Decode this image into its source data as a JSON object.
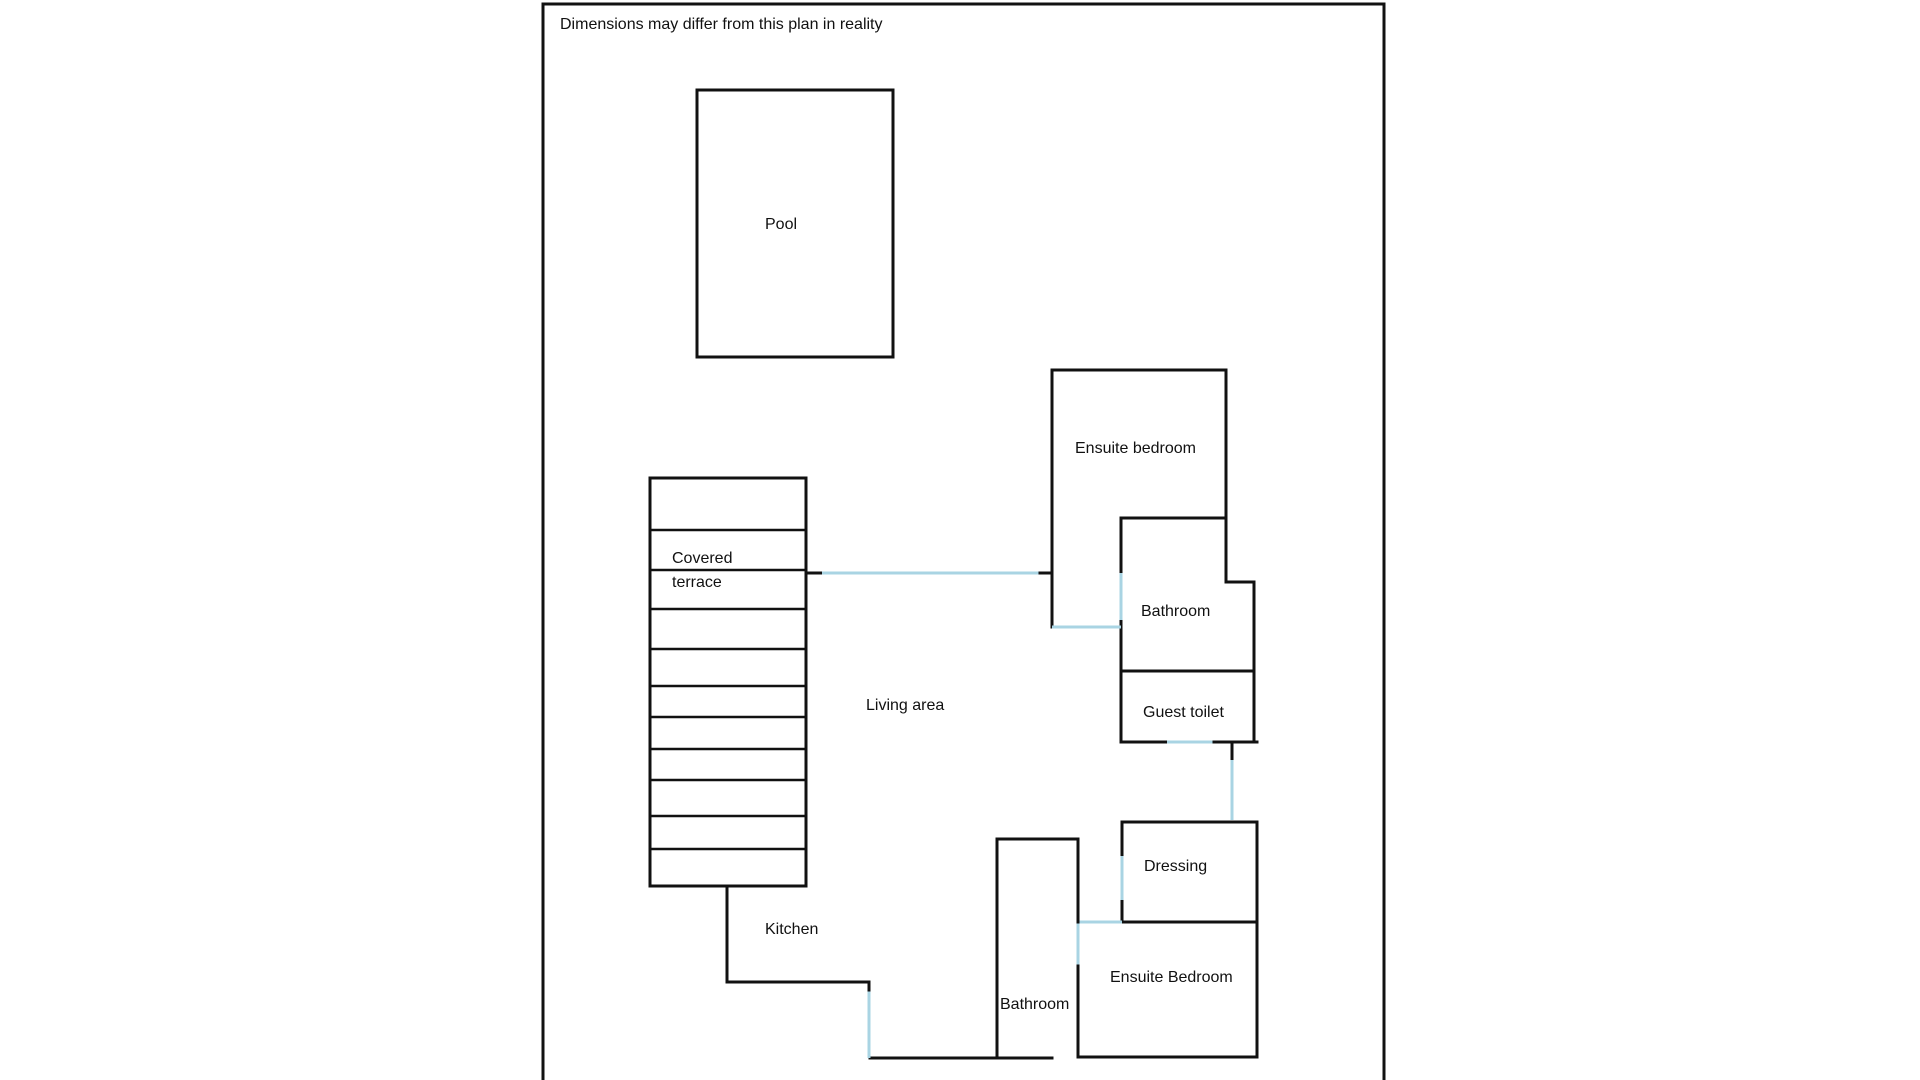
{
  "note": "Dimensions may differ from this plan in reality",
  "rooms": {
    "pool": "Pool",
    "ensuite_bedroom_top": "Ensuite bedroom",
    "covered_terrace_line1": "Covered",
    "covered_terrace_line2": "terrace",
    "bathroom_upper": "Bathroom",
    "living_area": "Living area",
    "guest_toilet": "Guest toilet",
    "dressing": "Dressing",
    "kitchen": "Kitchen",
    "ensuite_bedroom_bottom": "Ensuite Bedroom",
    "bathroom_lower": "Bathroom"
  },
  "colors": {
    "wall": "#111111",
    "opening": "#a9d4e3",
    "background": "#ffffff"
  }
}
